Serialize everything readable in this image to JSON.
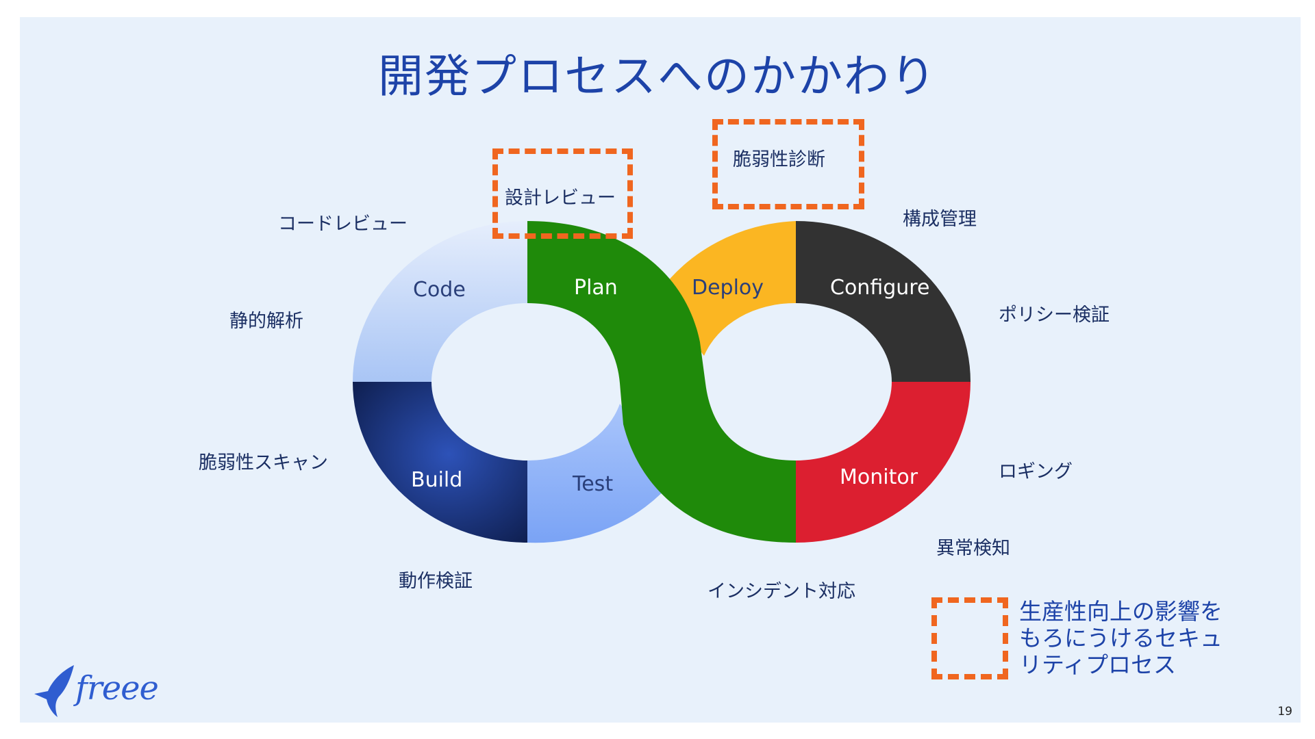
{
  "title": "開発プロセスへのかかわり",
  "segments": {
    "code": "Code",
    "plan": "Plan",
    "build": "Build",
    "test": "Test",
    "deploy": "Deploy",
    "configure": "Configure",
    "monitor": "Monitor"
  },
  "activities": {
    "code_review": "コードレビュー",
    "static_analysis": "静的解析",
    "vuln_scan": "脆弱性スキャン",
    "behavior_verification": "動作検証",
    "design_review": "設計レビュー",
    "vuln_assessment": "脆弱性診断",
    "config_management": "構成管理",
    "policy_verification": "ポリシー検証",
    "logging": "ロギング",
    "anomaly_detection": "異常検知",
    "incident_response": "インシデント対応"
  },
  "legend": {
    "line1": "生産性向上の影響を",
    "line2": "もろにうけるセキュ",
    "line3": "リティプロセス"
  },
  "page_number": "19",
  "logo_text": "freee",
  "colors": {
    "accent_orange": "#f0661f",
    "title_blue": "#1d43a8",
    "plan_green": "#1f8a0a",
    "deploy_yellow": "#fbb622",
    "configure_dark": "#323232",
    "monitor_red": "#dc1f30"
  }
}
